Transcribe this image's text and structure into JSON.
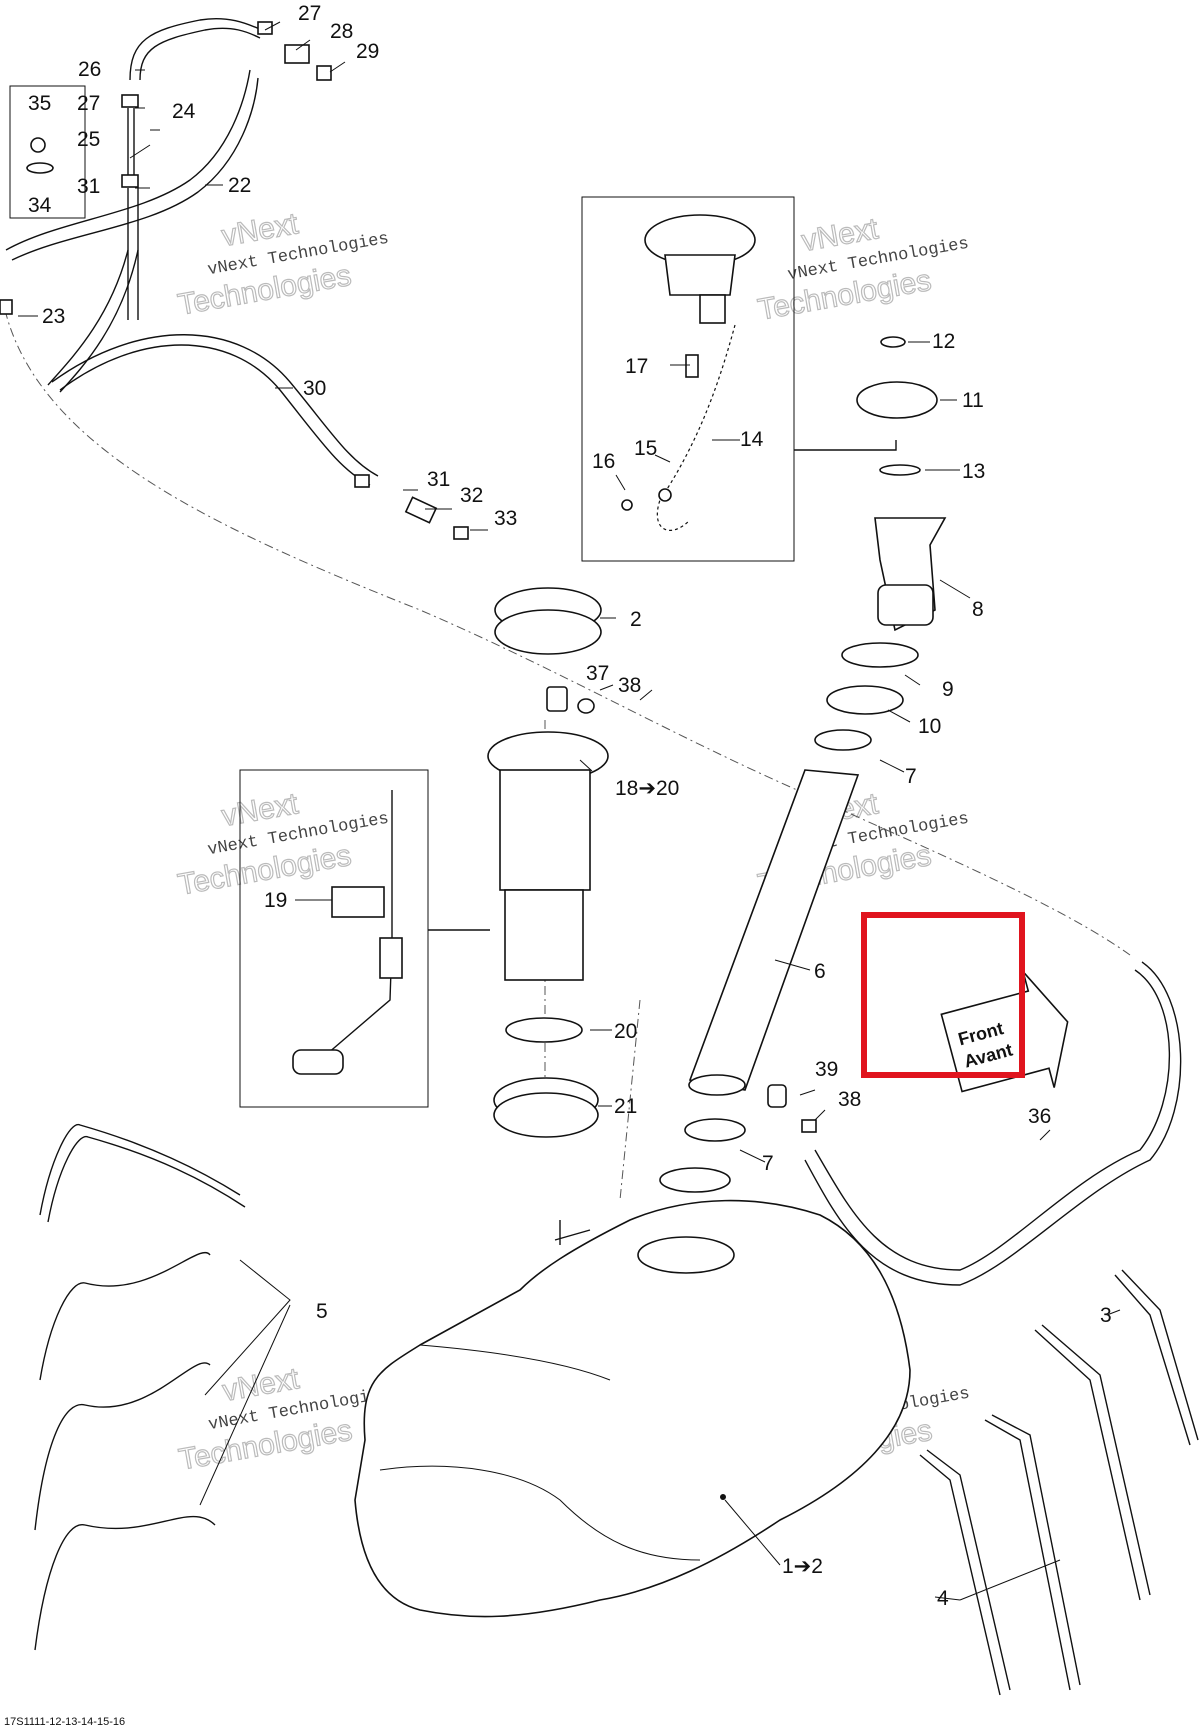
{
  "diagram": {
    "callouts": [
      {
        "label": "27"
      },
      {
        "label": "28"
      },
      {
        "label": "29"
      },
      {
        "label": "26"
      },
      {
        "label": "27"
      },
      {
        "label": "24"
      },
      {
        "label": "35"
      },
      {
        "label": "25"
      },
      {
        "label": "34"
      },
      {
        "label": "31"
      },
      {
        "label": "22"
      },
      {
        "label": "23"
      },
      {
        "label": "30"
      },
      {
        "label": "31"
      },
      {
        "label": "32"
      },
      {
        "label": "33"
      },
      {
        "label": "17"
      },
      {
        "label": "15"
      },
      {
        "label": "14"
      },
      {
        "label": "16"
      },
      {
        "label": "12"
      },
      {
        "label": "11"
      },
      {
        "label": "13"
      },
      {
        "label": "8"
      },
      {
        "label": "9"
      },
      {
        "label": "10"
      },
      {
        "label": "7"
      },
      {
        "label": "2"
      },
      {
        "label": "37"
      },
      {
        "label": "38"
      },
      {
        "label": "18➔20"
      },
      {
        "label": "19"
      },
      {
        "label": "6"
      },
      {
        "label": "20"
      },
      {
        "label": "21"
      },
      {
        "label": "39"
      },
      {
        "label": "38"
      },
      {
        "label": "36"
      },
      {
        "label": "7"
      },
      {
        "label": "5"
      },
      {
        "label": "3"
      },
      {
        "label": "4"
      },
      {
        "label": "1➔2"
      }
    ],
    "front_sign": {
      "line1": "Front",
      "line2": "Avant"
    },
    "watermark": {
      "line1": "vNext Technologies",
      "line2": "Technologies",
      "top": "vNext"
    },
    "highlight_color": "#e0141e"
  },
  "footer": {
    "code": "17S1111-12-13-14-15-16"
  }
}
